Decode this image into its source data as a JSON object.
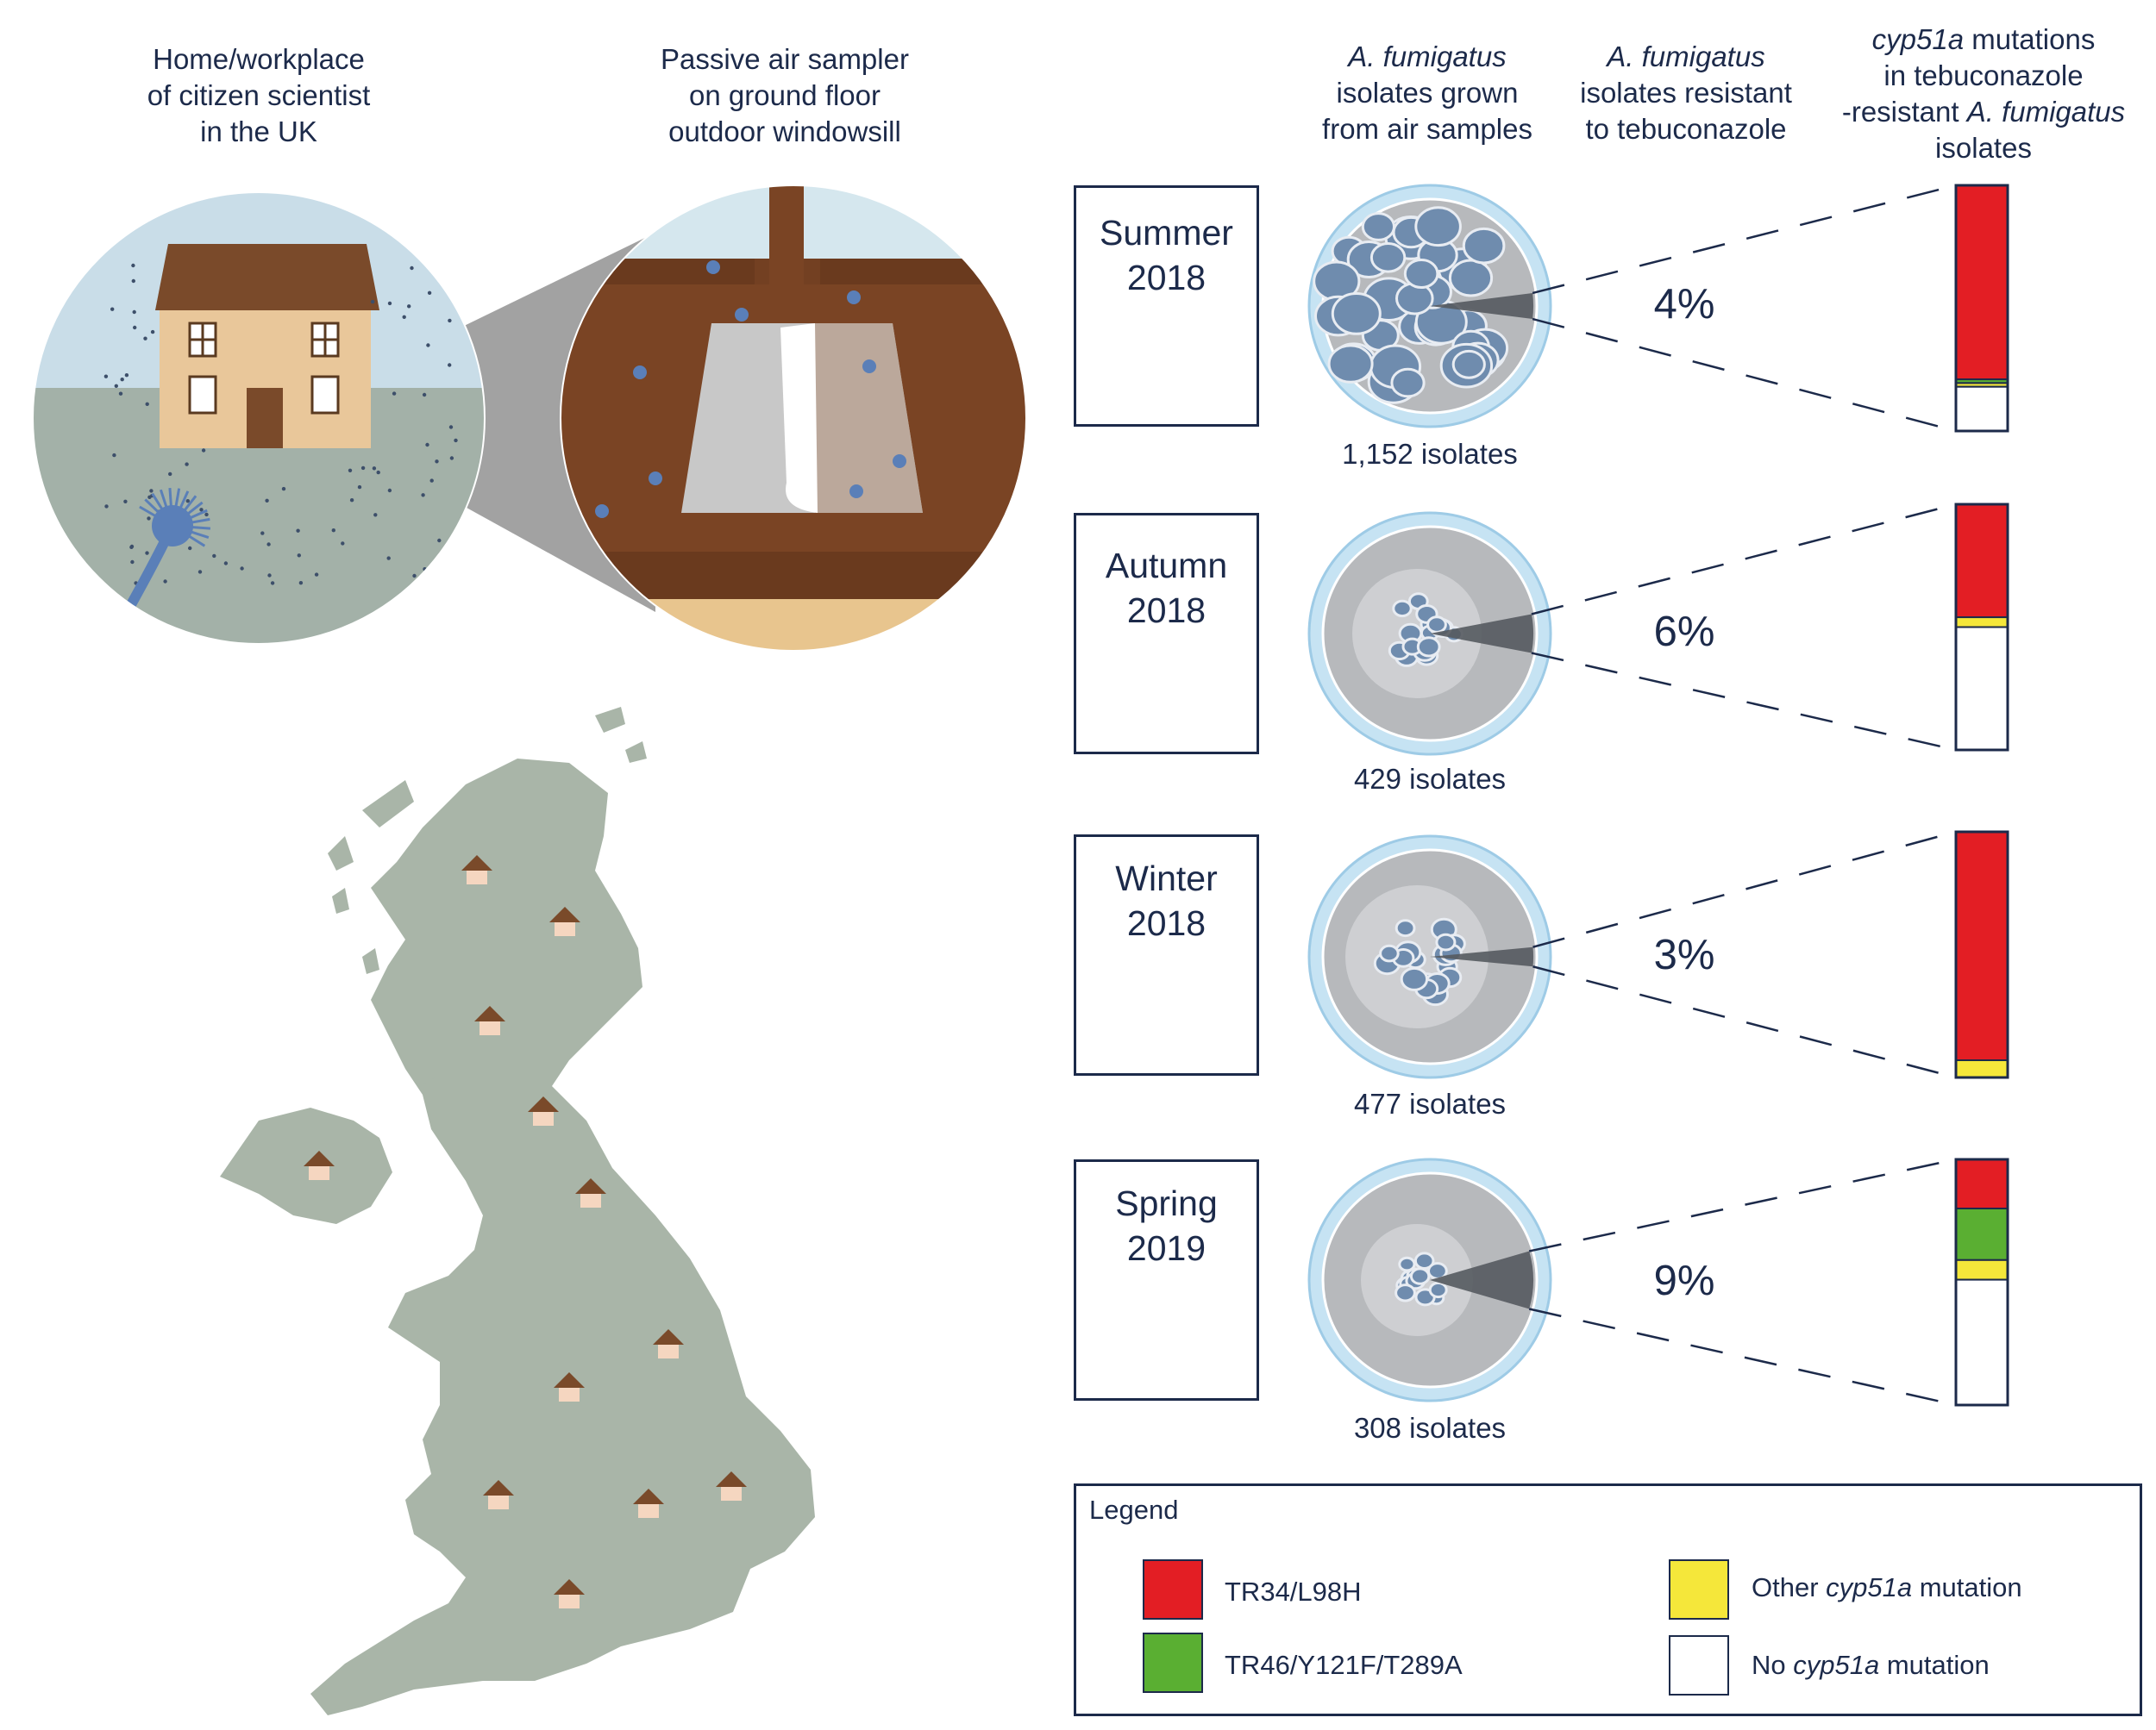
{
  "captions": {
    "home": [
      "Home/workplace",
      "of citizen scientist",
      "in the UK"
    ],
    "sampler": [
      "Passive air sampler",
      "on ground floor",
      "outdoor windowsill"
    ]
  },
  "column_headers": {
    "grown": {
      "italic": "A. fumigatus",
      "rest": [
        "isolates grown",
        "from air samples"
      ]
    },
    "resistant": {
      "italic": "A. fumigatus",
      "rest": [
        "isolates resistant",
        "to tebuconazole"
      ]
    },
    "mutations": {
      "line1_italic": "cyp51a",
      "line1_rest": " mutations",
      "line2": "in tebuconazole",
      "line3_plain": "-resistant ",
      "line3_italic": "A. fumigatus",
      "line4": "isolates"
    }
  },
  "seasons": [
    {
      "name_line1": "Summer",
      "name_line2": "2018",
      "isolates": "1,152 isolates",
      "percent": "4%"
    },
    {
      "name_line1": "Autumn",
      "name_line2": "2018",
      "isolates": "429 isolates",
      "percent": "6%"
    },
    {
      "name_line1": "Winter",
      "name_line2": "2018",
      "isolates": "477 isolates",
      "percent": "3%"
    },
    {
      "name_line1": "Spring",
      "name_line2": "2019",
      "isolates": "308 isolates",
      "percent": "9%"
    }
  ],
  "legend": {
    "title": "Legend",
    "items": [
      {
        "key": "tr34",
        "label": "TR34/L98H",
        "color": "#e31e24"
      },
      {
        "key": "tr46",
        "label": "TR46/Y121F/T289A",
        "color": "#5aaf32"
      },
      {
        "key": "other",
        "label_plain": "Other ",
        "label_italic": "cyp51a",
        "label_rest": " mutation",
        "color": "#f5e73a"
      },
      {
        "key": "none",
        "label_plain": "No ",
        "label_italic": "cyp51a",
        "label_rest": " mutation",
        "color": "#ffffff"
      }
    ]
  },
  "chart_data": {
    "type": "bar",
    "title": "",
    "categories": [
      "Summer 2018",
      "Autumn 2018",
      "Winter 2018",
      "Spring 2019"
    ],
    "isolates_grown": [
      1152,
      429,
      477,
      308
    ],
    "percent_resistant": [
      4,
      6,
      3,
      9
    ],
    "series": [
      {
        "name": "TR34/L98H",
        "values": [
          0.79,
          0.46,
          0.93,
          0.2
        ]
      },
      {
        "name": "TR46/Y121F/T289A",
        "values": [
          0.015,
          0,
          0,
          0.21
        ]
      },
      {
        "name": "Other cyp51a mutation",
        "values": [
          0.015,
          0.04,
          0.07,
          0.08
        ]
      },
      {
        "name": "No cyp51a mutation",
        "values": [
          0.18,
          0.5,
          0,
          0.51
        ]
      }
    ],
    "ylim": [
      0,
      1
    ]
  },
  "colors": {
    "text": "#1c2a4a",
    "map": "#a9b5a8",
    "sky": "#c9dde8",
    "ground": "#a3b1a8",
    "house_wall": "#e9c79a",
    "roof": "#7a4a2a",
    "dish_rim": "#c6e3f3",
    "agar": "#b7b9bc",
    "colony": "#6f8cae",
    "wedge": "#555a5f"
  }
}
